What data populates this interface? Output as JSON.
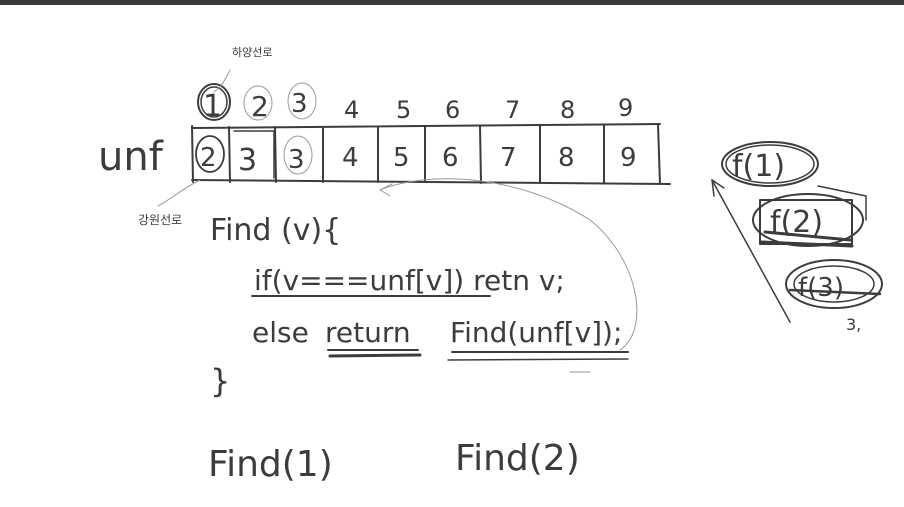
{
  "topbar_color": "#3a3a3a",
  "ink_color": "#3c3c3c",
  "notes": {
    "korean_top": "하양선로",
    "korean_left": "강원선로",
    "array_label": "unf",
    "indices": [
      "1",
      "2",
      "3",
      "4",
      "5",
      "6",
      "7",
      "8",
      "9"
    ],
    "values": [
      "2",
      "3",
      "3",
      "4",
      "5",
      "6",
      "7",
      "8",
      "9"
    ],
    "code": {
      "line1": "Find (v){",
      "line2": "if(v===unf[v]) retn v;",
      "line3_else": "else",
      "line3_return": "return",
      "line3_call": "Find(unf[v]);",
      "line4": "}"
    },
    "calls": {
      "call1": "Find(1)",
      "call2": "Find(2)"
    },
    "stack": {
      "frame1": "f(1)",
      "frame2": "f(2)",
      "frame3": "f(3)",
      "return_mark": "3,"
    }
  }
}
